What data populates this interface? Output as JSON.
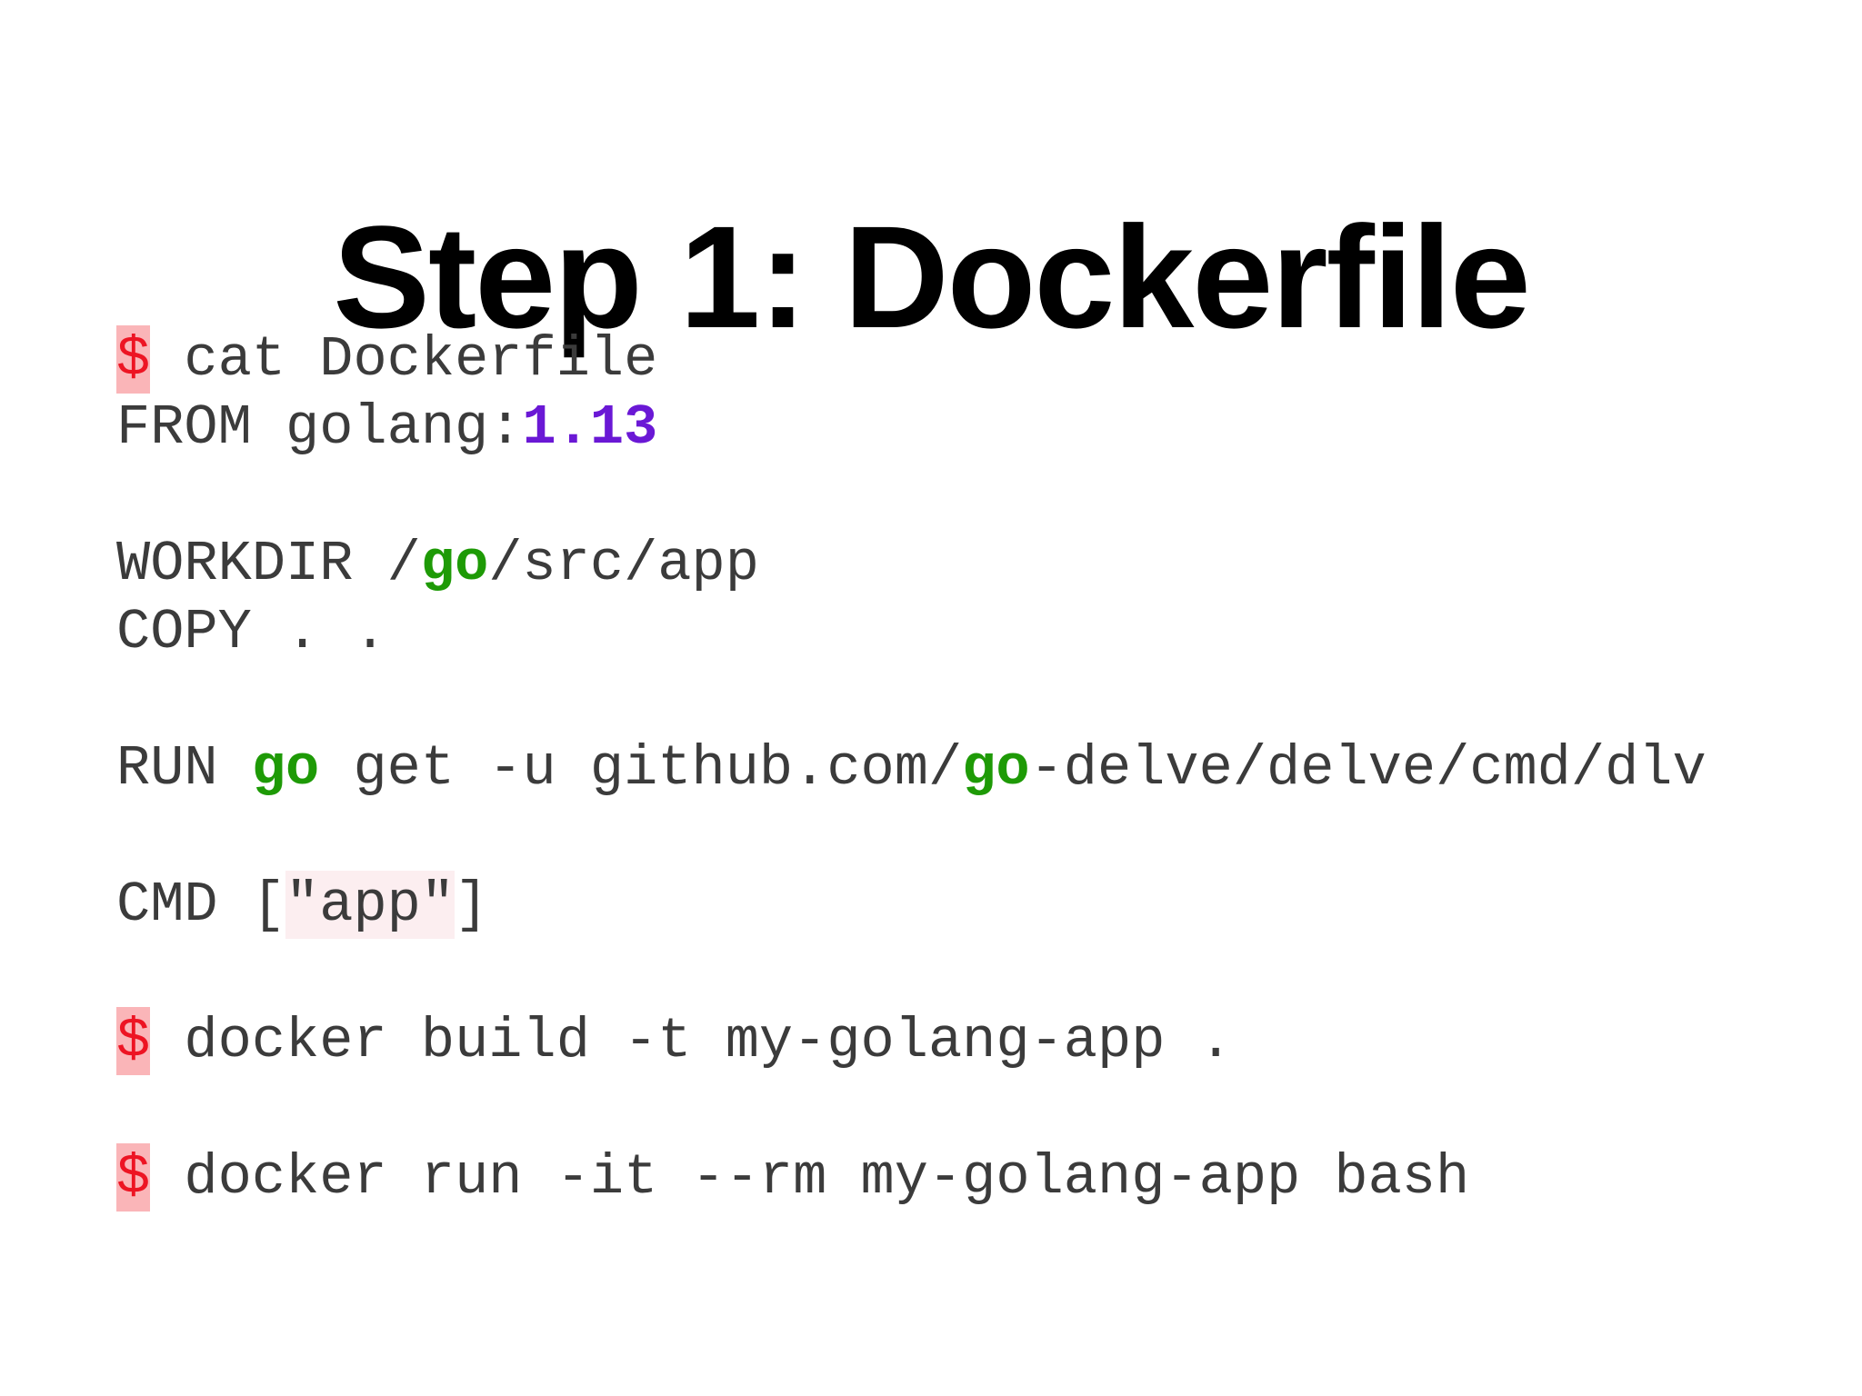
{
  "slide": {
    "title": "Step 1: Dockerfile"
  },
  "colors": {
    "background": "#ffffff",
    "title": "#000000",
    "code_text": "#3b3b3b",
    "prompt_red": "#ed1423",
    "prompt_bg": "#fab5b8",
    "keyword_green": "#1e9a06",
    "version_purple": "#6a18d5",
    "string_bg": "#fceef0"
  },
  "code": {
    "lines": [
      {
        "segments": [
          {
            "text": "$",
            "style": "prompt"
          },
          {
            "text": " cat Dockerfile",
            "style": "plain"
          }
        ]
      },
      {
        "segments": [
          {
            "text": "FROM golang:",
            "style": "plain"
          },
          {
            "text": "1.13",
            "style": "purple"
          }
        ]
      },
      {
        "segments": []
      },
      {
        "segments": [
          {
            "text": "WORKDIR /",
            "style": "plain"
          },
          {
            "text": "go",
            "style": "green"
          },
          {
            "text": "/src/app",
            "style": "plain"
          }
        ]
      },
      {
        "segments": [
          {
            "text": "COPY . .",
            "style": "plain"
          }
        ]
      },
      {
        "segments": []
      },
      {
        "segments": [
          {
            "text": "RUN ",
            "style": "plain"
          },
          {
            "text": "go",
            "style": "green"
          },
          {
            "text": " get -u github.com/",
            "style": "plain"
          },
          {
            "text": "go",
            "style": "green"
          },
          {
            "text": "-delve/delve/cmd/dlv",
            "style": "plain"
          }
        ]
      },
      {
        "segments": []
      },
      {
        "segments": [
          {
            "text": "CMD [",
            "style": "plain"
          },
          {
            "text": "\"app\"",
            "style": "string"
          },
          {
            "text": "]",
            "style": "plain"
          }
        ]
      },
      {
        "segments": []
      },
      {
        "segments": [
          {
            "text": "$",
            "style": "prompt"
          },
          {
            "text": " docker build -t my-golang-app .",
            "style": "plain"
          }
        ]
      },
      {
        "segments": []
      },
      {
        "segments": [
          {
            "text": "$",
            "style": "prompt"
          },
          {
            "text": " docker run -it --rm my-golang-app bash",
            "style": "plain"
          }
        ]
      }
    ]
  }
}
